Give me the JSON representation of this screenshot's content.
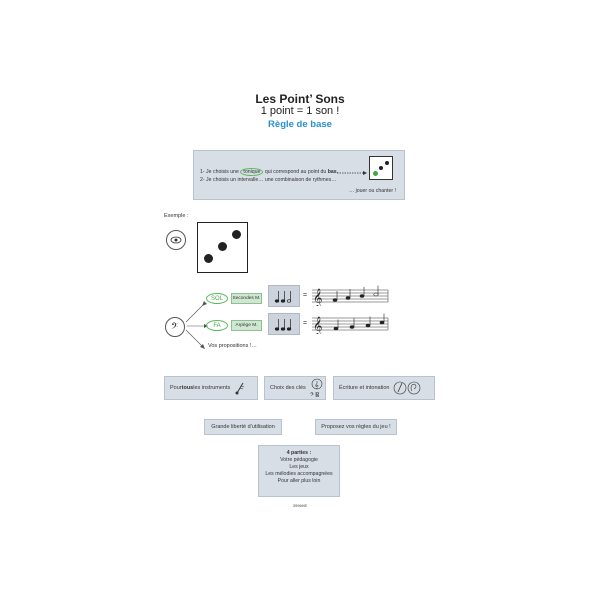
{
  "header": {
    "title": "Les Point’ Sons",
    "subtitle": "1 point = 1 son !",
    "rule": "Règle de base"
  },
  "instructions": {
    "line1_pre": "1- Je choisis une ",
    "line1_circled": "tonique",
    "line1_post": " qui correspond au point du ",
    "line1_bold": "bas.",
    "line2": "2- Je choisis un intervalle… une combinaison de rythmes…",
    "line3": "… jouer ou chanter !"
  },
  "example": {
    "label": "Exemple :",
    "rows": [
      {
        "note": "SOL",
        "interval": "Secondes M."
      },
      {
        "note": "FA",
        "interval": "Arpège M."
      }
    ],
    "more": "Vos propositions !…"
  },
  "features": {
    "instruments_pre": "Pour ",
    "instruments_bold": "tous",
    "instruments_post": " les instruments",
    "clefs": "Choix des clés",
    "writing": "Écriture et intonation",
    "freedom": "Grande liberté d’utilisation",
    "rules": "Proposez vos règles du jeu !"
  },
  "parts": {
    "heading": "4 parties :",
    "items": [
      "Votre pédagogie",
      "Les jeux",
      "Les mélodies accompagnées",
      "Pour aller plus loin"
    ]
  },
  "code": "3996HE",
  "colors": {
    "accent_blue": "#2a8fd0",
    "green": "#5cb85c",
    "box_bg": "#d8dee6"
  }
}
